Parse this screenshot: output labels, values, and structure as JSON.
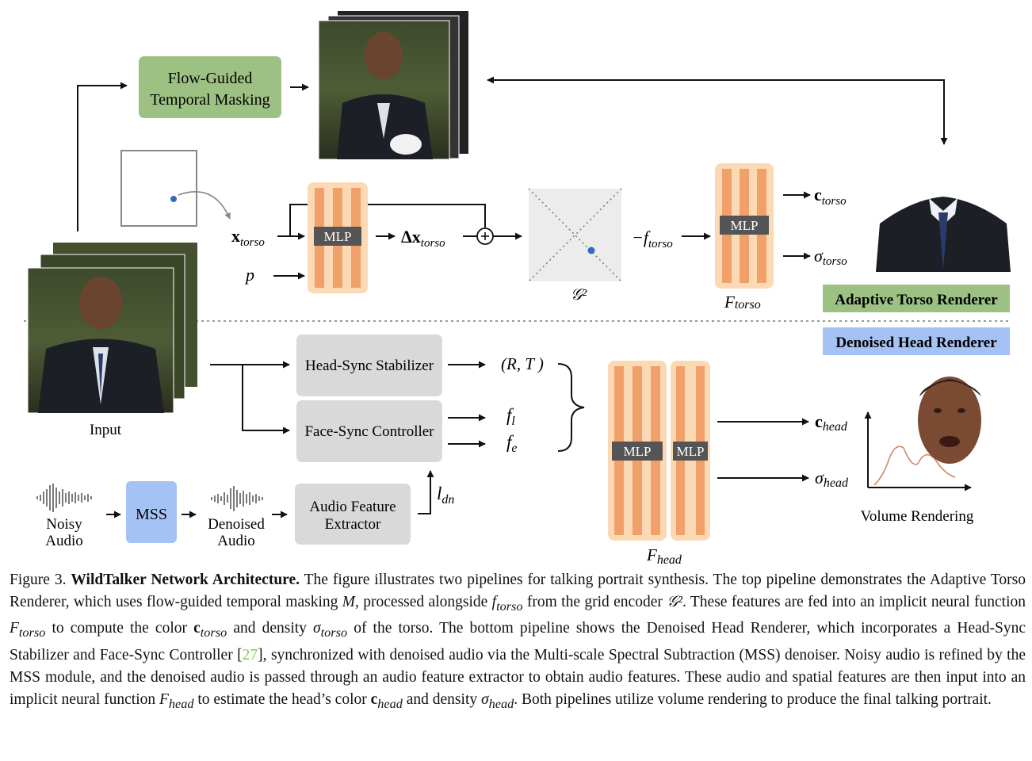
{
  "diagram": {
    "flow_guided": [
      "Flow-Guided",
      "Temporal Masking"
    ],
    "head_sync": "Head-Sync Stabilizer",
    "face_sync": "Face-Sync Controller",
    "audio_extractor": [
      "Audio Feature",
      "Extractor"
    ],
    "mss": "MSS",
    "noisy_audio": [
      "Noisy",
      "Audio"
    ],
    "denoised_audio": [
      "Denoised",
      "Audio"
    ],
    "input_label": "Input",
    "mlp": "MLP",
    "adaptive_torso": "Adaptive Torso Renderer",
    "denoised_head": "Denoised Head Renderer",
    "volume_rendering": "Volume Rendering",
    "sym": {
      "x_torso_base": "x",
      "x_torso_sub": "torso",
      "p": "p",
      "dx_base": "Δx",
      "dx_sub": "torso",
      "g2": "𝒢²",
      "f_torso_base": "−f",
      "f_torso_sub": "torso",
      "F_torso_base": "F",
      "F_torso_sub": "torso",
      "c_torso_base": "c",
      "c_torso_sub": "torso",
      "s_torso_base": "σ",
      "s_torso_sub": "torso",
      "RT": "(R, T )",
      "fl_base": "f",
      "fl_sub": "l",
      "fe_base": "f",
      "fe_sub": "e",
      "ldn_base": "l",
      "ldn_sub": "dn",
      "F_head_base": "F",
      "F_head_sub": "head",
      "c_head_base": "c",
      "c_head_sub": "head",
      "s_head_base": "σ",
      "s_head_sub": "head"
    },
    "colors": {
      "green_box": "#9dc183",
      "blue_box": "#a4c2f4",
      "gray_box": "#d9d9d9",
      "mlp_fill": "#fbd9b5",
      "mlp_bar": "#f2a069",
      "mlp_label": "#555555"
    }
  },
  "caption": {
    "fig": "Figure 3.",
    "title": "WildTalker Network Architecture.",
    "t1": " The figure illustrates two pipelines for talking portrait synthesis. The top pipeline demonstrates the Adaptive Torso Renderer, which uses flow-guided temporal masking ",
    "M": "M",
    "t2": ", processed alongside ",
    "f_torso": "f",
    "f_torso_sub": "torso",
    "t3": " from the grid encoder ",
    "g2": "𝒢²",
    "t4": ". These features are fed into an implicit neural function ",
    "F_torso": "F",
    "F_torso_sub": "torso",
    "t5": " to compute the color ",
    "c_torso": "c",
    "c_torso_sub": "torso",
    "t6": " and density ",
    "s_torso": "σ",
    "s_torso_sub": "torso",
    "t7": " of the torso. The bottom pipeline shows the Denoised Head Renderer, which incorporates a Head-Sync Stabilizer and Face-Sync Controller [",
    "ref": "27",
    "t8": "], synchronized with denoised audio via the Multi-scale Spectral Subtraction (MSS) denoiser. Noisy audio is refined by the MSS module, and the denoised audio is passed through an audio feature extractor to obtain audio features. These audio and spatial features are then input into an implicit neural function ",
    "F_head": "F",
    "F_head_sub": "head",
    "t9": " to estimate the head’s color ",
    "c_head": "c",
    "c_head_sub": "head",
    "t10": " and density ",
    "s_head": "σ",
    "s_head_sub": "head",
    "t11": ". Both pipelines utilize volume rendering to produce the final talking portrait."
  }
}
